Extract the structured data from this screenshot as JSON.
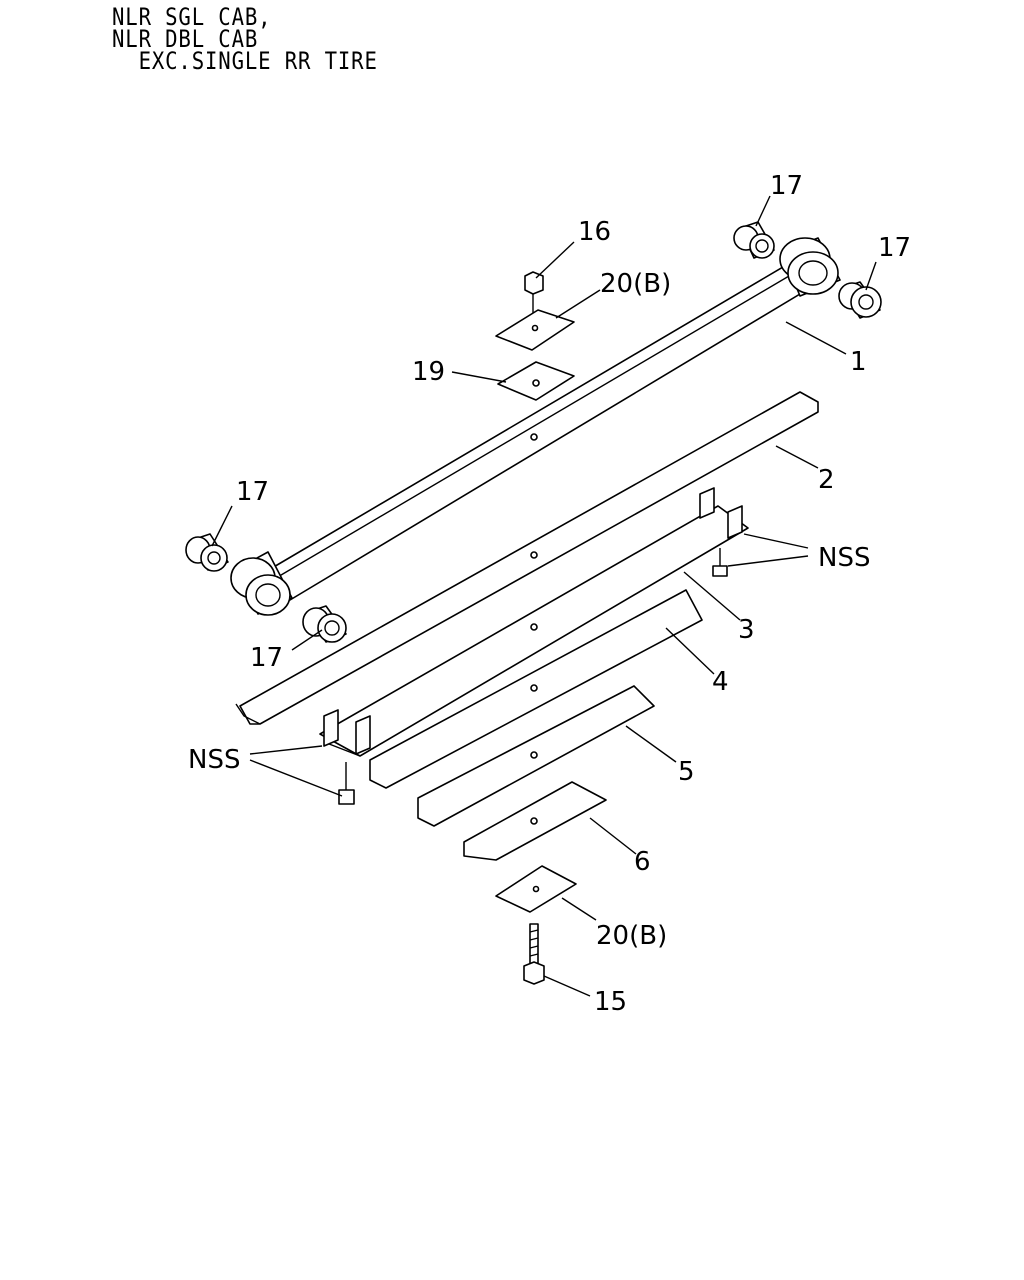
{
  "header": {
    "lines": [
      "NLR SGL CAB,",
      "NLR DBL CAB",
      "  EXC.SINGLE RR TIRE"
    ]
  },
  "callouts": {
    "c17_top": "17",
    "c17_right": "17",
    "c16": "16",
    "c20b_top": "20(B)",
    "c1": "1",
    "c19": "19",
    "c2": "2",
    "c17_left": "17",
    "nss_right": "NSS",
    "c3": "3",
    "c17_bottom": "17",
    "c4": "4",
    "nss_left": "NSS",
    "c5": "5",
    "c6": "6",
    "c20b_bottom": "20(B)",
    "c15": "15"
  }
}
